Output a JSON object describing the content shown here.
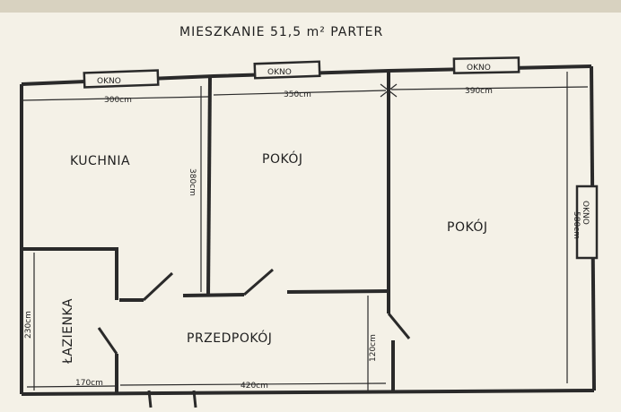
{
  "title": "MIESZKANIE 51,5 m² PARTER",
  "windows": {
    "w1": "OKNO",
    "w2": "OKNO",
    "w3": "OKNO",
    "w4": "OKNO"
  },
  "rooms": {
    "kitchen": "KUCHNIA",
    "room1": "POKÓJ",
    "room2": "POKÓJ",
    "bathroom": "ŁAZIENKA",
    "hallway": "PRZEDPOKÓJ"
  },
  "dimensions": {
    "d_top1": "300cm",
    "d_top2": "350cm",
    "d_top3": "390cm",
    "d_height_mid": "380cm",
    "d_height_right": "580cm",
    "d_bath_height": "230cm",
    "d_bath_width": "170cm",
    "d_hall_width": "420cm",
    "d_small": "120cm"
  }
}
